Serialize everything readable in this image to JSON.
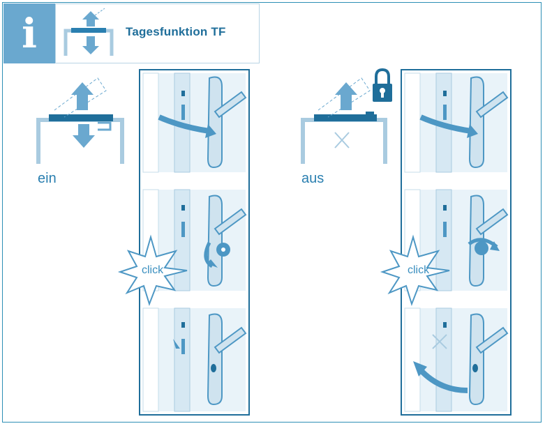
{
  "header": {
    "info_icon": "info-icon",
    "title": "Tagesfunktion TF"
  },
  "modes": {
    "on_label": "ein",
    "off_label": "aus"
  },
  "click_labels": {
    "left": "click",
    "right": "click"
  },
  "icons": {
    "lock": "padlock-icon",
    "latch": "latch-toggle-icon"
  },
  "colors": {
    "frame": "#2d8fb5",
    "accent": "#1f6e9a",
    "light": "#a9cbe0",
    "panel": "#e9f3f9"
  }
}
